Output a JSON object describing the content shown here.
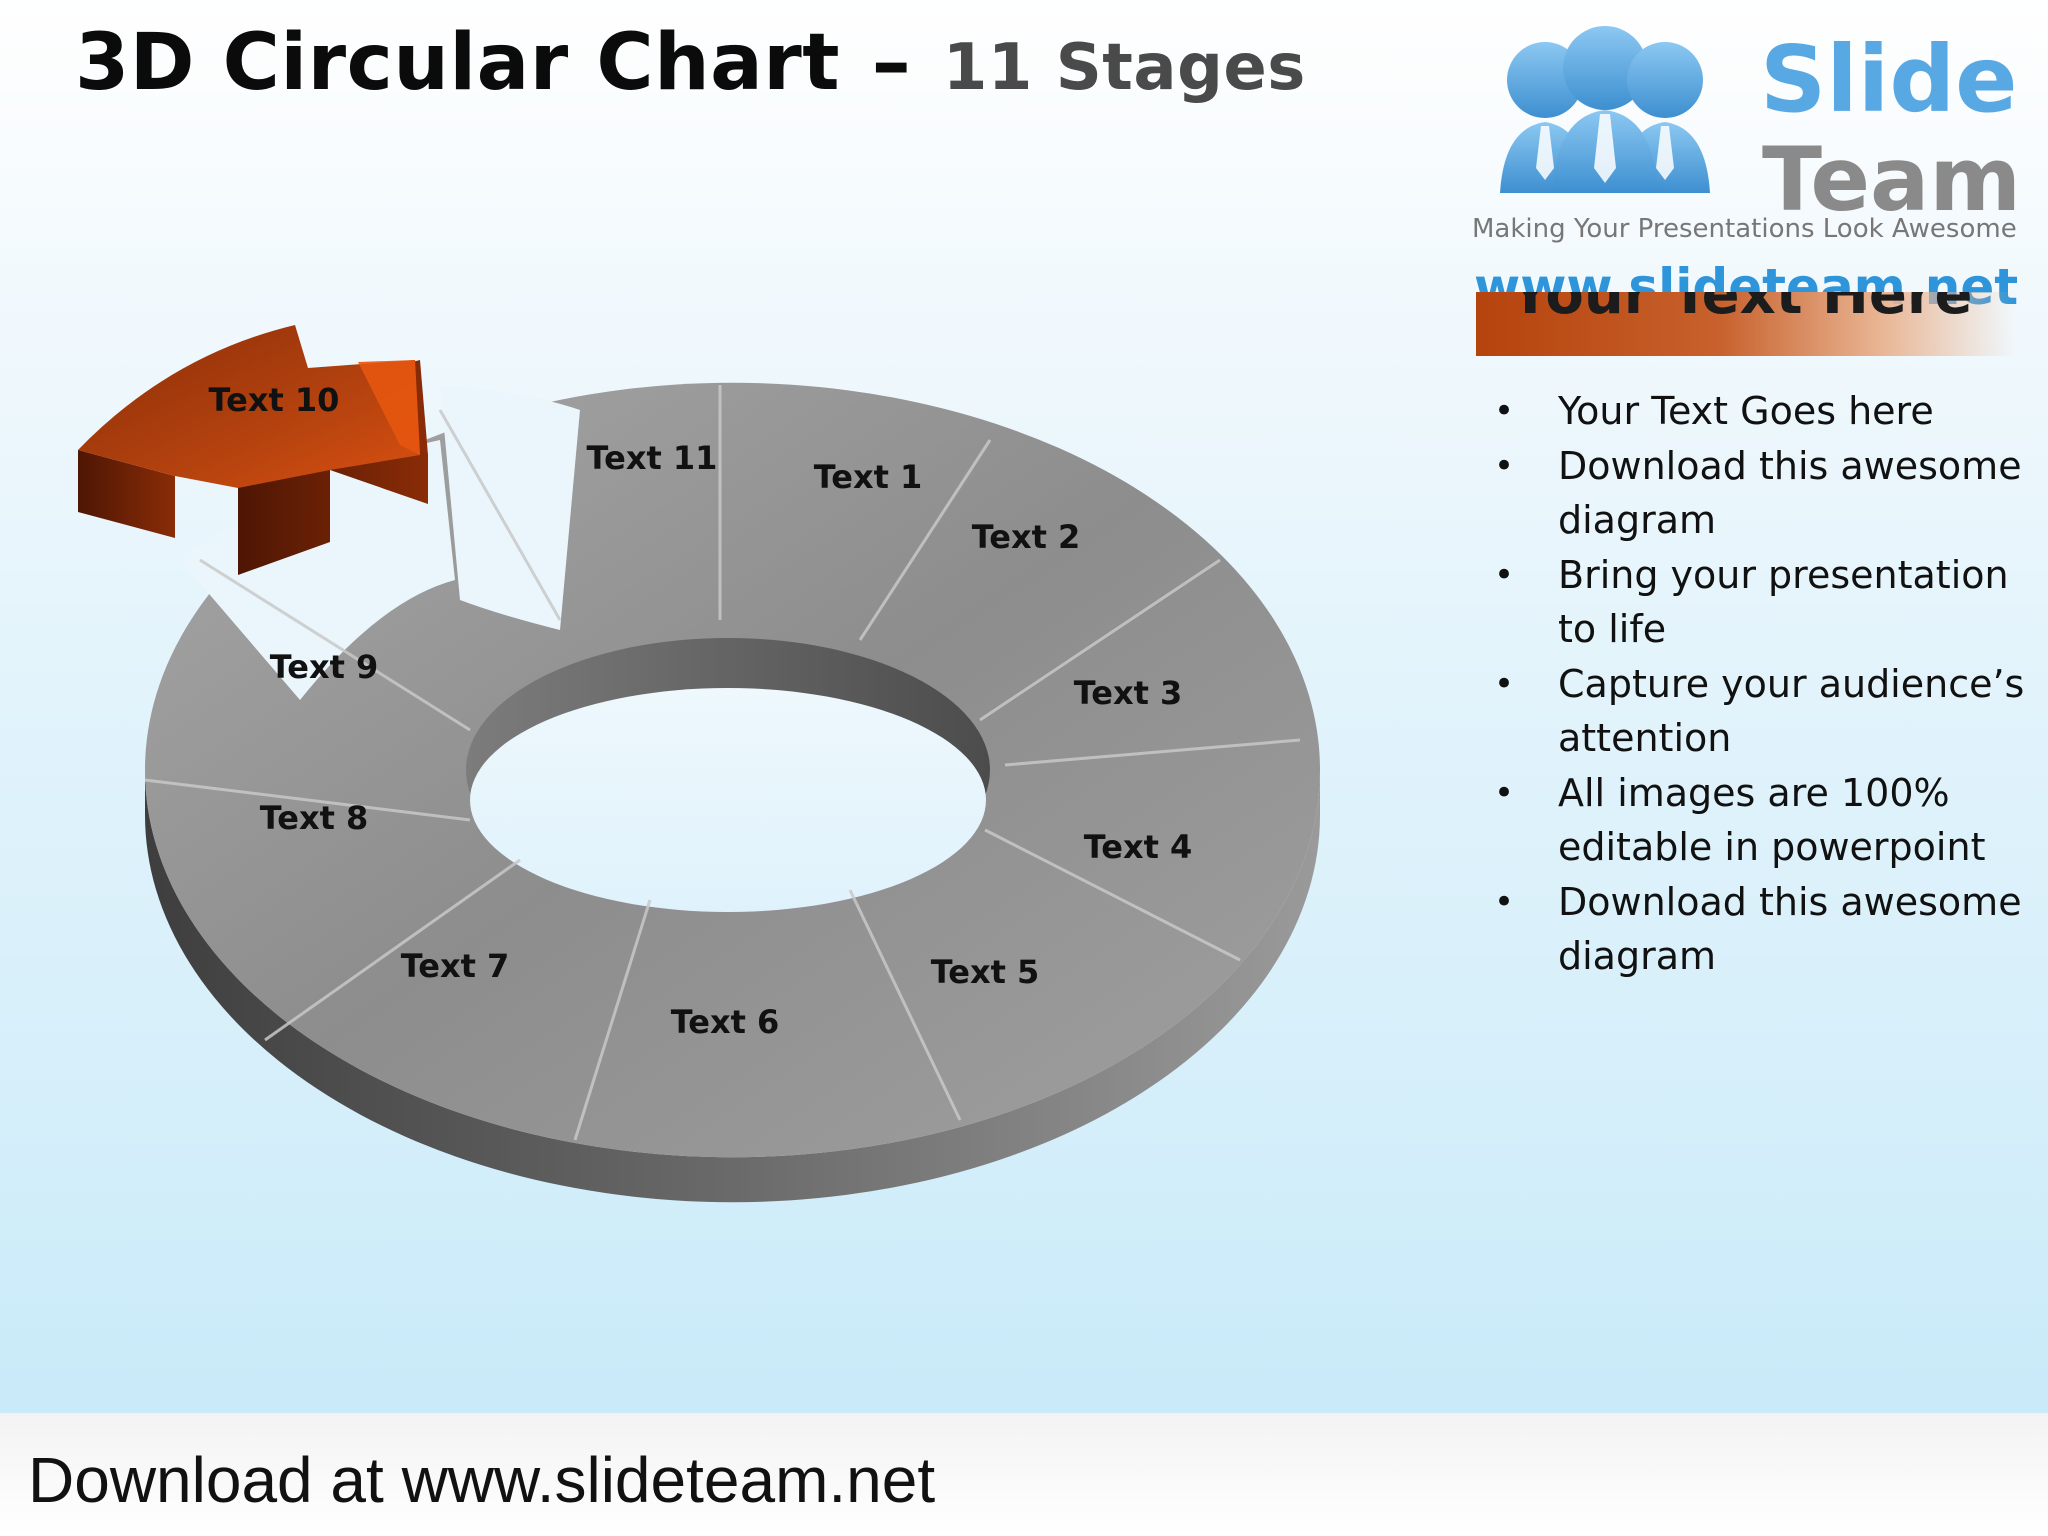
{
  "title": {
    "main": "3D Circular Chart",
    "dash": "–",
    "sub": "11 Stages"
  },
  "logo": {
    "word1": "Slide",
    "word2": "Team",
    "tagline": "Making Your Presentations Look Awesome",
    "url": "www.slideteam.net"
  },
  "panel": {
    "header": "Your Text Here",
    "bullets": [
      "Your Text Goes here",
      "Download this awesome diagram",
      "Bring your presentation to life",
      "Capture your audience’s attention",
      "All images are 100% editable in powerpoint",
      "Download this awesome diagram"
    ]
  },
  "diagram": {
    "stages": [
      "Text 1",
      "Text 2",
      "Text 3",
      "Text 4",
      "Text 5",
      "Text 6",
      "Text 7",
      "Text 8",
      "Text 9",
      "Text 10",
      "Text 11"
    ],
    "highlighted_stage": "Text 10",
    "colors": {
      "ring_top": "#8f8f8f",
      "ring_side": "#5a5a5a",
      "highlight_top": "#a63b0c",
      "highlight_side": "#6e2206"
    }
  },
  "footer": {
    "text": "Download at www.slideteam.net"
  }
}
